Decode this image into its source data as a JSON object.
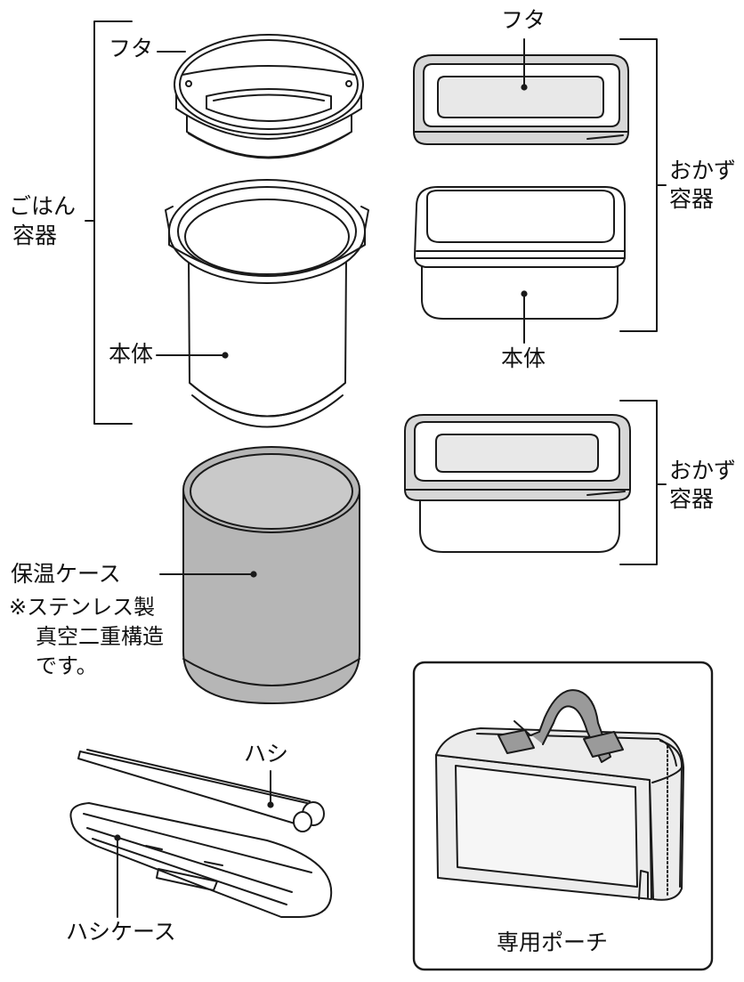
{
  "labels": {
    "rice_lid": "フタ",
    "rice_group_line1": "ごはん",
    "rice_group_line2": "容器",
    "rice_body": "本体",
    "side_lid": "フタ",
    "side_group1_line1": "おかず",
    "side_group1_line2": "容器",
    "side_body": "本体",
    "side_group2_line1": "おかず",
    "side_group2_line2": "容器",
    "insulated_case": "保温ケース",
    "note_line1": "※ステンレス製",
    "note_line2": "真空二重構造",
    "note_line3": "です。",
    "chopsticks": "ハシ",
    "chopstick_case": "ハシケース",
    "pouch": "専用ポーチ"
  },
  "colors": {
    "line": "#1a1a1a",
    "part_fill": "#ffffff",
    "shade_light": "#d7d7d7",
    "shade_mid": "#b6b6b6",
    "shade_dark": "#9a9a9a"
  }
}
